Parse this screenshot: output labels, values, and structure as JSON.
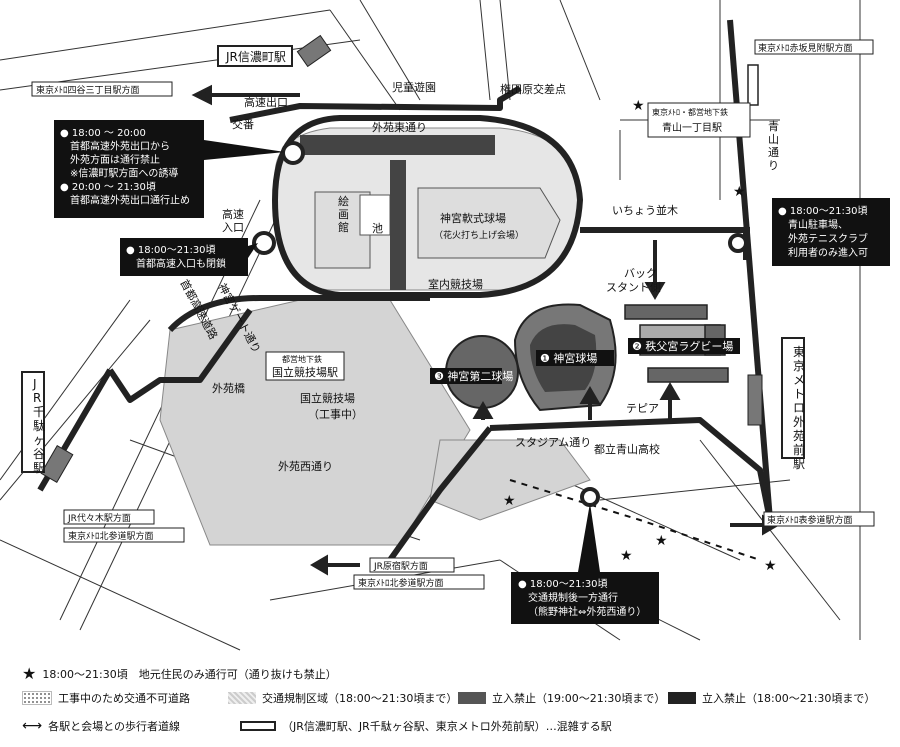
{
  "stations": {
    "jr_shinanomachi": "JR信濃町駅",
    "metro_yotsuya_sanchome": "東京ﾒﾄﾛ四谷三丁目駅方面",
    "metro_akasaka_mitsuke": "東京ﾒﾄﾛ赤坂見附駅方面",
    "aoyama_itchome_line": "東京ﾒﾄﾛ・都営地下鉄",
    "aoyama_itchome": "青山一丁目駅",
    "metro_gaienmae": "東京メトロ外苑前駅",
    "metro_omotesando_right": "東京ﾒﾄﾛ表参道駅方面",
    "jr_sendagaya": "JR千駄ヶ谷駅",
    "jr_yoyogi": "JR代々木駅方面",
    "metro_kitasando_left": "東京ﾒﾄﾛ北参道駅方面",
    "jr_harajuku": "JR原宿駅方面",
    "metro_kitasando_bottom": "東京ﾒﾄﾛ北参道駅方面",
    "kokuritsu_line": "都営地下鉄",
    "kokuritsu": "国立競技場駅"
  },
  "places": {
    "childrens_park": "児童遊園",
    "gondawara": "権田原交差点",
    "koban": "交番",
    "expressway_exit": "高速出口",
    "expressway_entrance": "高速\n入口",
    "gaien_higashi": "外苑東通り",
    "kaigakan": "絵画館",
    "pond": "池",
    "softball_top": "神宮軟式球場",
    "softball_sub": "（花火打ち上げ会場）",
    "indoor_arena": "室内競技場",
    "ginkgo": "いちょう並木",
    "aoyama_dori": "青山通り",
    "back_stand": "バック\nスタンド側",
    "jingu_stadium": "❶ 神宮球場",
    "chichibunomiya": "❷ 秩父宮ラグビー場",
    "jingu_daini": "❸ 神宮第二球場",
    "tepia": "テピア",
    "stadium_dori": "スタジアム通り",
    "aoyama_high": "都立青山高校",
    "national_stadium": "国立競技場",
    "national_stadium_sub": "（工事中）",
    "gaien_bashi": "外苑橋",
    "gaien_nishi": "外苑西通り",
    "shuto_expressway": "首都高速道路",
    "jingu_gate": "神宮ゲート通り"
  },
  "callouts": {
    "c1": [
      "● 18:00 ～ 20:00",
      "首都高速外苑出口から",
      "外苑方面は通行禁止",
      "※信濃町駅方面への誘導",
      "● 20:00 ～ 21:30頃",
      "首都高速外苑出口通行止め"
    ],
    "c2": [
      "● 18:00～21:30頃",
      "首都高速入口も閉鎖"
    ],
    "c3": [
      "● 18:00～21:30頃",
      "青山駐車場、",
      "外苑テニスクラブ",
      "利用者のみ進入可"
    ],
    "c4": [
      "● 18:00～21:30頃",
      "交通規制後一方通行",
      "（熊野神社⇔外苑西通り）"
    ]
  },
  "legend": {
    "star": "18:00～21:30頃　地元住民のみ通行可（通り抜けも禁止）",
    "dotted": "工事中のため交通不可道路",
    "hatched": "交通規制区域（18:00～21:30頃まで）",
    "dark": "立入禁止（19:00～21:30頃まで）",
    "black": "立入禁止（18:00～21:30頃まで）",
    "arrow": "各駅と会場との歩行者道線",
    "box": "（JR信濃町駅、JR千駄ヶ谷駅、東京メトロ外苑前駅）…混雑する駅"
  },
  "colors": {
    "road": "#222222",
    "restricted_area": "#d4d4d4",
    "dark_zone": "#555555",
    "black_zone": "#222222"
  }
}
